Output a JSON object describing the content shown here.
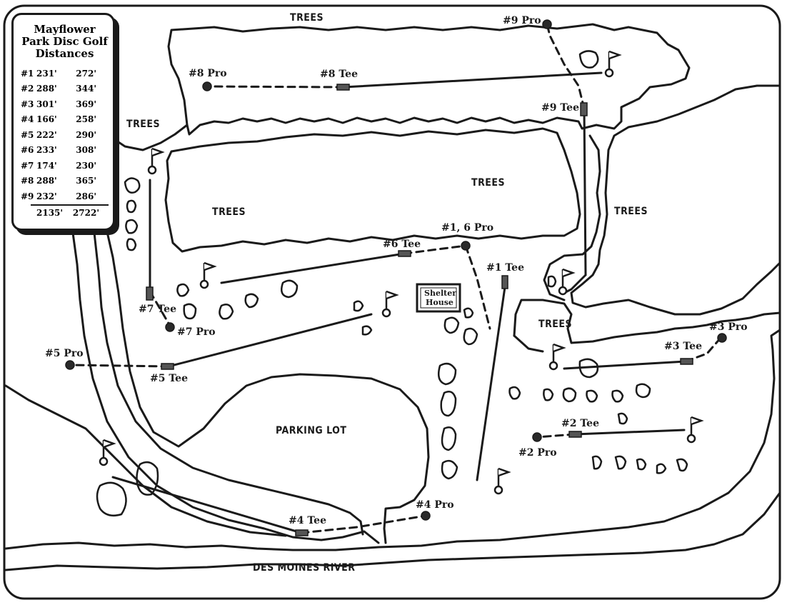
{
  "legend": {
    "title_line1": "Mayflower",
    "title_line2": "Park Disc Golf",
    "title_line3": "Distances",
    "rows": [
      {
        "hole": "#1",
        "am": "231'",
        "pro": "272'"
      },
      {
        "hole": "#2",
        "am": "288'",
        "pro": "344'"
      },
      {
        "hole": "#3",
        "am": "301'",
        "pro": "369'"
      },
      {
        "hole": "#4",
        "am": "166'",
        "pro": "258'"
      },
      {
        "hole": "#5",
        "am": "222'",
        "pro": "290'"
      },
      {
        "hole": "#6",
        "am": "233'",
        "pro": "308'"
      },
      {
        "hole": "#7",
        "am": "174'",
        "pro": "230'"
      },
      {
        "hole": "#8",
        "am": "288'",
        "pro": "365'"
      },
      {
        "hole": "#9",
        "am": "232'",
        "pro": "286'"
      }
    ],
    "total_am": "2135'",
    "total_pro": "2722'"
  },
  "areas": {
    "trees_top": "TREES",
    "trees_left": "TREES",
    "trees_center_left": "TREES",
    "trees_center_right": "TREES",
    "trees_right": "TREES",
    "trees_lower_right": "TREES",
    "parking": "PARKING LOT",
    "river": "DES MOINES RIVER",
    "shelter_line1": "Shelter",
    "shelter_line2": "House"
  },
  "markers": {
    "t1": "#1 Tee",
    "p16": "#1, 6 Pro",
    "t2": "#2 Tee",
    "p2": "#2 Pro",
    "t3": "#3 Tee",
    "p3": "#3 Pro",
    "t4": "#4 Tee",
    "p4": "#4 Pro",
    "t5": "#5 Tee",
    "p5": "#5 Pro",
    "t6": "#6 Tee",
    "t7": "#7 Tee",
    "p7": "#7 Pro",
    "t8": "#8 Tee",
    "p8": "#8 Pro",
    "t9": "#9 Tee",
    "p9": "#9 Pro"
  }
}
